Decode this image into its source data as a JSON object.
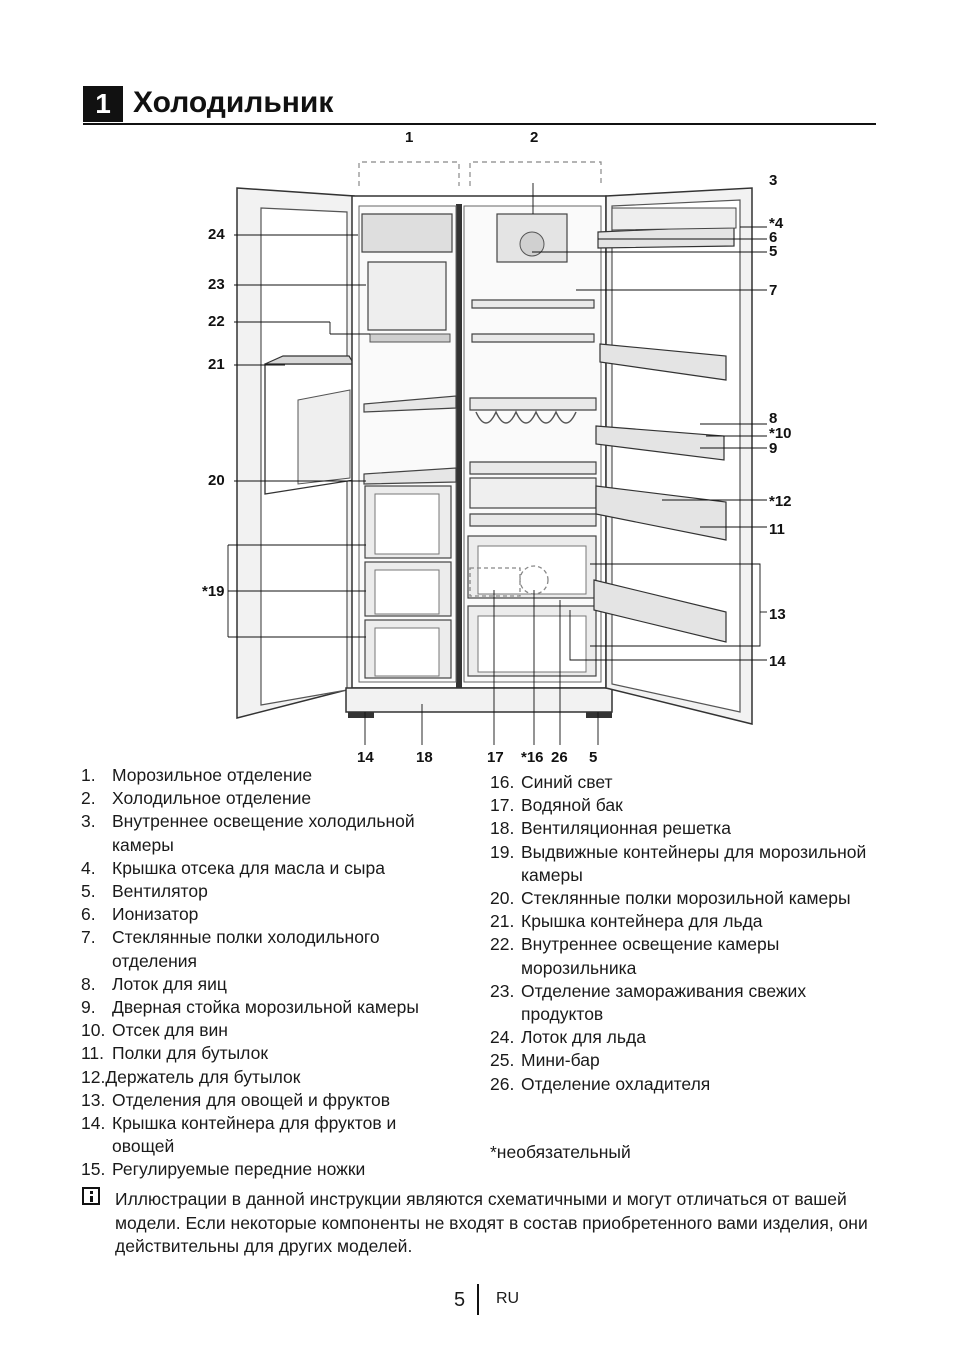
{
  "section": {
    "number": "1",
    "title": "Холодильник"
  },
  "diagram": {
    "callouts": {
      "c1": "1",
      "c2": "2",
      "c3": "3",
      "c4": "*4",
      "c6": "6",
      "c5a": "5",
      "c7": "7",
      "c8": "8",
      "c10": "*10",
      "c9": "9",
      "c12": "*12",
      "c11": "11",
      "c13": "13",
      "c14a": "14",
      "c24": "24",
      "c23": "23",
      "c22": "22",
      "c21": "21",
      "c20": "20",
      "c19": "*19",
      "c14b": "14",
      "c18": "18",
      "c17": "17",
      "c16": "*16",
      "c26": "26",
      "c5b": "5"
    }
  },
  "legend_left": [
    {
      "num": "1.",
      "text": "Морозильное отделение"
    },
    {
      "num": "2.",
      "text": "Холодильное отделение"
    },
    {
      "num": "3.",
      "text": "Внутреннее освещение холодильной камеры"
    },
    {
      "num": "4.",
      "text": "Крышка отсека для масла и сыра"
    },
    {
      "num": "5.",
      "text": "Вентилятор"
    },
    {
      "num": "6.",
      "text": "Ионизатор"
    },
    {
      "num": "7.",
      "text": "Стеклянные полки холодильного отделения"
    },
    {
      "num": "8.",
      "text": "Лоток для яиц"
    },
    {
      "num": "9.",
      "text": "Дверная стойка морозильной камеры"
    },
    {
      "num": "10.",
      "text": "Отсек для вин"
    },
    {
      "num": "11.",
      "text": "Полки для бутылок"
    },
    {
      "num": "",
      "text": "12.Держатель для бутылок"
    },
    {
      "num": "13.",
      "text": "Отделения для овощей и фруктов"
    },
    {
      "num": "14.",
      "text": "Крышка контейнера для фруктов и овощей"
    },
    {
      "num": "15.",
      "text": "Регулируемые передние ножки"
    }
  ],
  "legend_right": [
    {
      "num": "16.",
      "text": "Синий свет"
    },
    {
      "num": "17.",
      "text": "Водяной бак"
    },
    {
      "num": "18.",
      "text": "Вентиляционная решетка"
    },
    {
      "num": "19.",
      "text": "Выдвижные контейнеры для морозильной камеры"
    },
    {
      "num": "20.",
      "text": "Стеклянные полки морозильной камеры"
    },
    {
      "num": "21.",
      "text": "Крышка контейнера для льда"
    },
    {
      "num": "22.",
      "text": "Внутреннее освещение камеры морозильника"
    },
    {
      "num": "23.",
      "text": "Отделение замораживания свежих продуктов"
    },
    {
      "num": "24.",
      "text": "Лоток для льда"
    },
    {
      "num": "25.",
      "text": "Мини-бар"
    },
    {
      "num": "26.",
      "text": "Отделение охладителя"
    }
  ],
  "optional_note": "*необязательный",
  "info_icon": "info-icon",
  "info_note": "Иллюстрации в данной инструкции являются схематичными и могут отличаться от вашей модели. Если некоторые компоненты не входят в состав приобретенного вами изделия, они действительны для других моделей.",
  "footer": {
    "page": "5",
    "lang": "RU"
  }
}
